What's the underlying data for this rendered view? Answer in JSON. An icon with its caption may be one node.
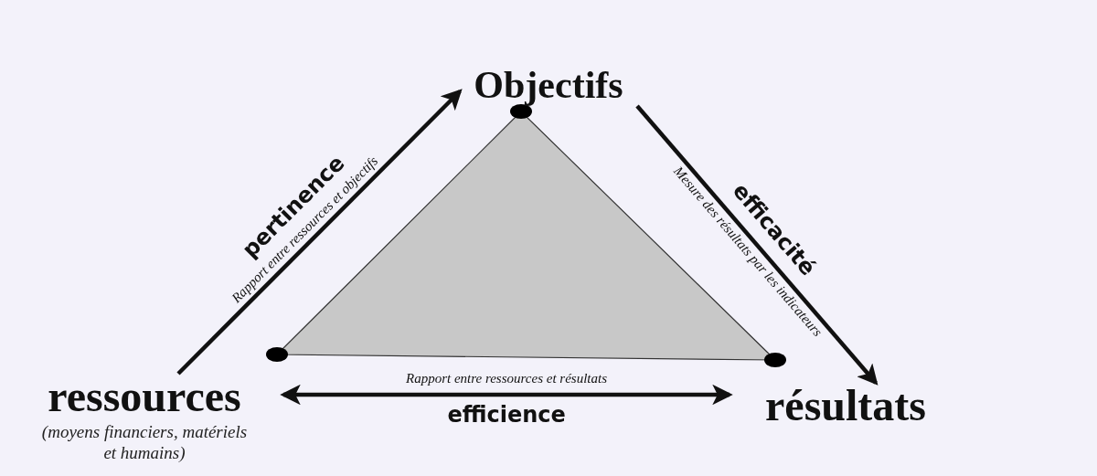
{
  "diagram": {
    "nodes": [
      {
        "text": [
          "Objectifs"
        ]
      },
      {
        "text": [
          "ressources",
          "(moyens financiers, matériels et humains)"
        ]
      },
      {
        "text": [
          "résultats"
        ]
      },
      {
        "text": [],
        "shape": "triangle"
      }
    ],
    "edges": [
      {
        "from": 1,
        "to": 0,
        "arrow": "to",
        "label": "pertinence"
      },
      {
        "from": 0,
        "to": 2,
        "arrow": "to",
        "label": "efficacité"
      },
      {
        "from": 1,
        "to": 2,
        "arrow": "both",
        "label": "efficience"
      }
    ],
    "labels": [
      "Rapport entre ressources et objectifs",
      "Mesure des résultats par les indicateurs",
      "Rapport entre ressources et résultats"
    ]
  }
}
